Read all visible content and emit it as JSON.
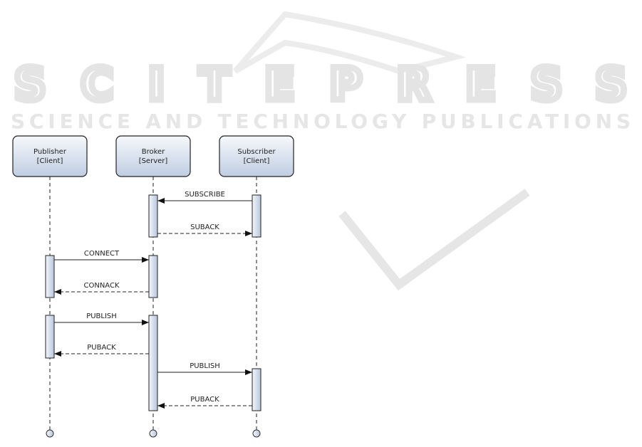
{
  "watermark": {
    "title": "SCITEPRESS",
    "subtitle": "SCIENCE AND TECHNOLOGY PUBLICATIONS"
  },
  "participants": [
    {
      "name": "Publisher",
      "role": "[Client]"
    },
    {
      "name": "Broker",
      "role": "[Server]"
    },
    {
      "name": "Subscriber",
      "role": "[Client]"
    }
  ],
  "messages": [
    {
      "label": "SUBSCRIBE",
      "from": 2,
      "to": 1,
      "style": "solid"
    },
    {
      "label": "SUBACK",
      "from": 1,
      "to": 2,
      "style": "dashed"
    },
    {
      "label": "CONNECT",
      "from": 0,
      "to": 1,
      "style": "solid"
    },
    {
      "label": "CONNACK",
      "from": 1,
      "to": 0,
      "style": "dashed"
    },
    {
      "label": "PUBLISH",
      "from": 0,
      "to": 1,
      "style": "solid"
    },
    {
      "label": "PUBACK",
      "from": 1,
      "to": 0,
      "style": "dashed"
    },
    {
      "label": "PUBLISH",
      "from": 1,
      "to": 2,
      "style": "solid"
    },
    {
      "label": "PUBACK",
      "from": 2,
      "to": 1,
      "style": "dashed"
    }
  ],
  "colors": {
    "box_top": "#f4f7fb",
    "box_bottom": "#bccbe0",
    "line": "#222222"
  }
}
